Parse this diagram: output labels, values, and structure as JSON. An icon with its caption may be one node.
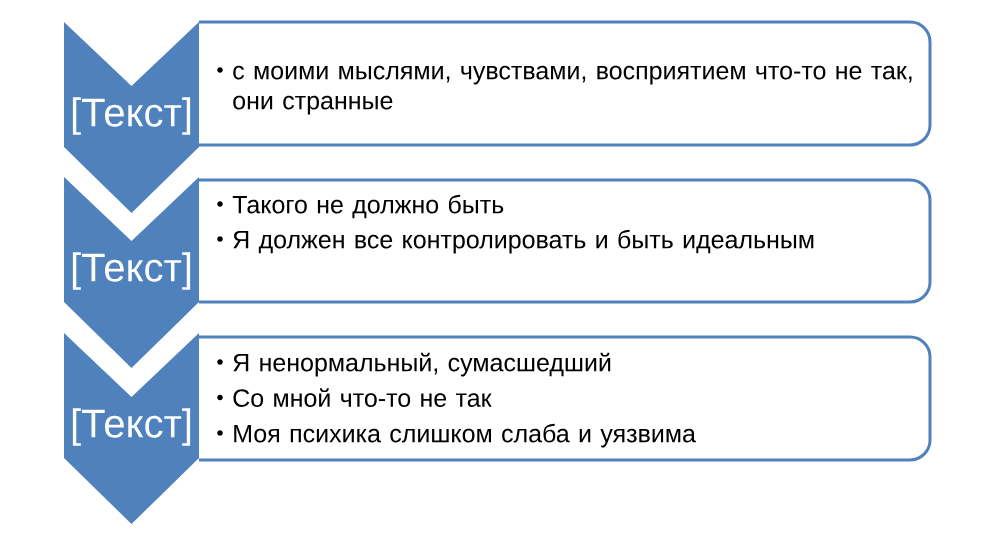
{
  "diagram": {
    "nodes": [
      {
        "text": [
          "[Текст]"
        ]
      },
      {
        "text": [
          "с моими мыслями, чувствами, восприятием что-то не так, они странные"
        ]
      },
      {
        "text": [
          "[Текст]"
        ]
      },
      {
        "text": [
          "Такого не должно быть",
          "Я должен все контролировать и быть идеальным"
        ]
      },
      {
        "text": [
          "[Текст]"
        ]
      },
      {
        "text": [
          "Я ненормальный, сумасшедший",
          "Со мной что-то не так",
          "Моя психика слишком слаба и уязвима"
        ]
      }
    ]
  }
}
